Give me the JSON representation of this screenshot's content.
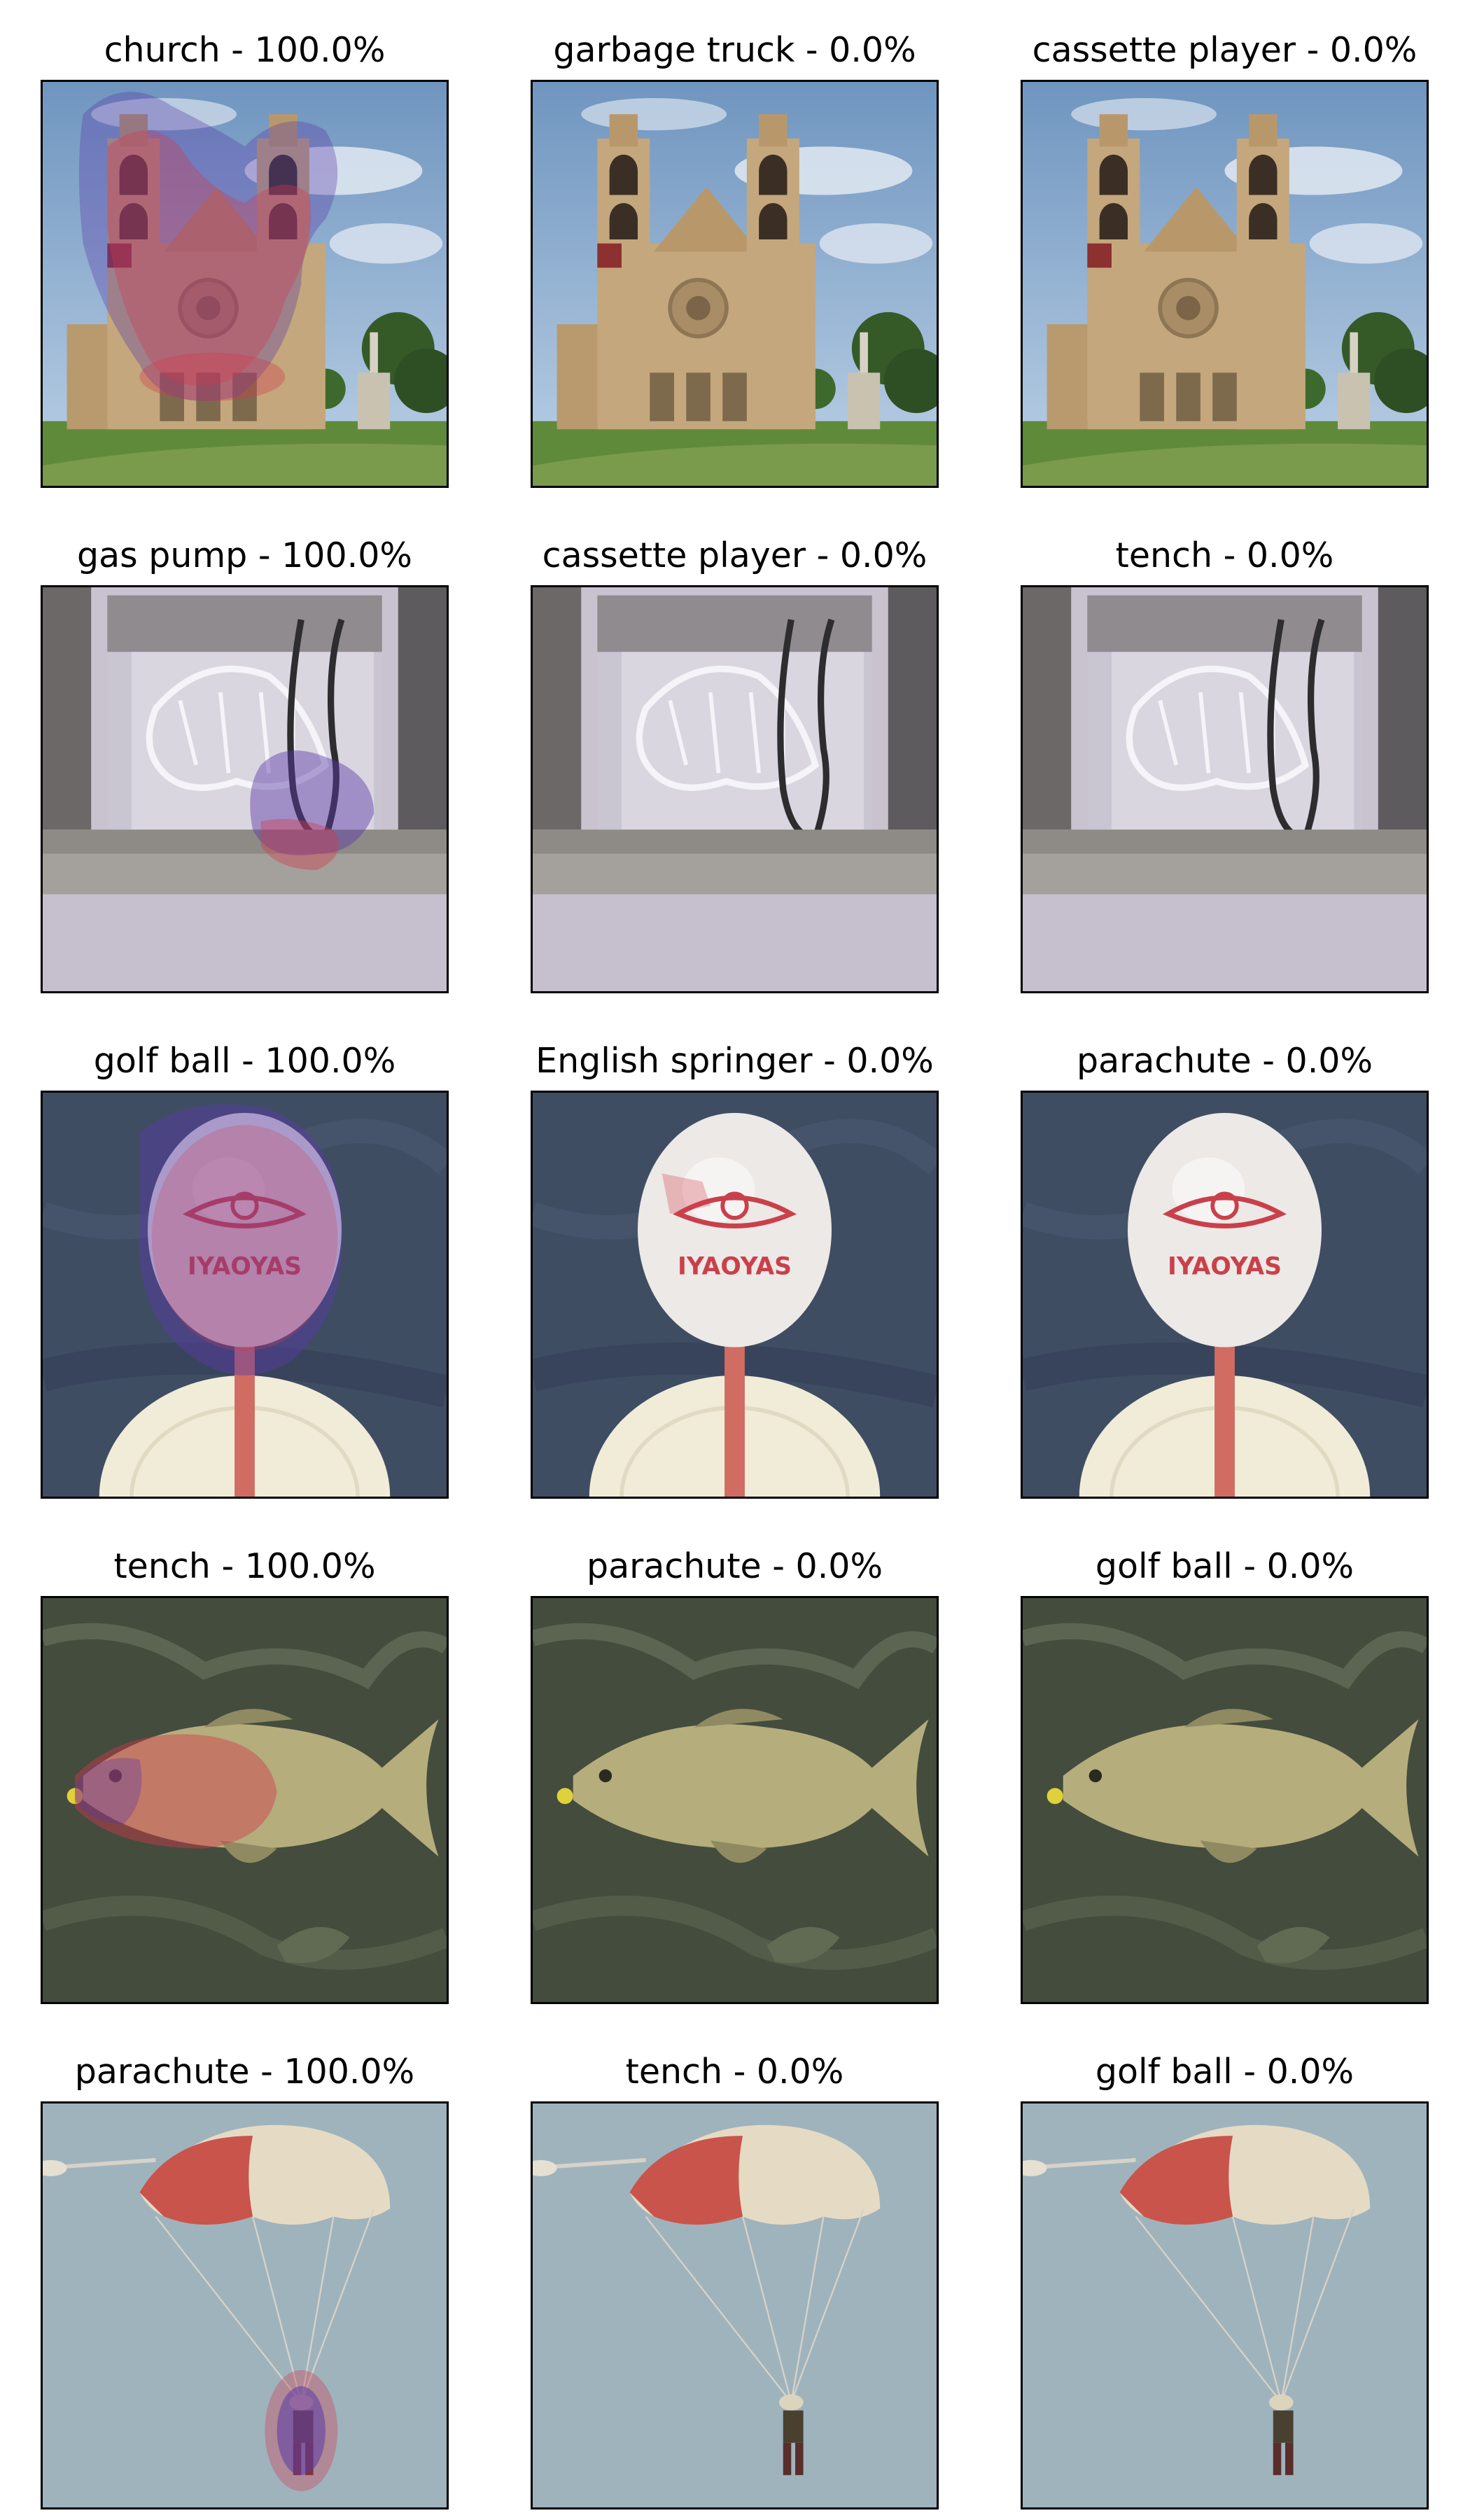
{
  "figure": {
    "rows": [
      {
        "scene": "church",
        "cells": [
          {
            "label": "church - 100.0%",
            "has_overlay": true
          },
          {
            "label": "garbage truck - 0.0%",
            "has_overlay": false
          },
          {
            "label": "cassette player - 0.0%",
            "has_overlay": false
          }
        ]
      },
      {
        "scene": "gas-pump",
        "cells": [
          {
            "label": "gas pump - 100.0%",
            "has_overlay": true
          },
          {
            "label": "cassette player - 0.0%",
            "has_overlay": false
          },
          {
            "label": "tench - 0.0%",
            "has_overlay": false
          }
        ]
      },
      {
        "scene": "golf-ball",
        "cells": [
          {
            "label": "golf ball - 100.0%",
            "has_overlay": true
          },
          {
            "label": "English springer - 0.0%",
            "has_overlay": true
          },
          {
            "label": "parachute - 0.0%",
            "has_overlay": false
          }
        ]
      },
      {
        "scene": "tench",
        "cells": [
          {
            "label": "tench - 100.0%",
            "has_overlay": true
          },
          {
            "label": "parachute - 0.0%",
            "has_overlay": false
          },
          {
            "label": "golf ball - 0.0%",
            "has_overlay": false
          }
        ]
      },
      {
        "scene": "parachute",
        "cells": [
          {
            "label": "parachute - 100.0%",
            "has_overlay": true
          },
          {
            "label": "tench - 0.0%",
            "has_overlay": false
          },
          {
            "label": "golf ball - 0.0%",
            "has_overlay": false
          }
        ]
      }
    ],
    "colors": {
      "heatmap_red": "#d23a4c",
      "heatmap_blue": "#5a3aa8",
      "frame": "#000000"
    },
    "logo_text": "IYAOYAS"
  }
}
